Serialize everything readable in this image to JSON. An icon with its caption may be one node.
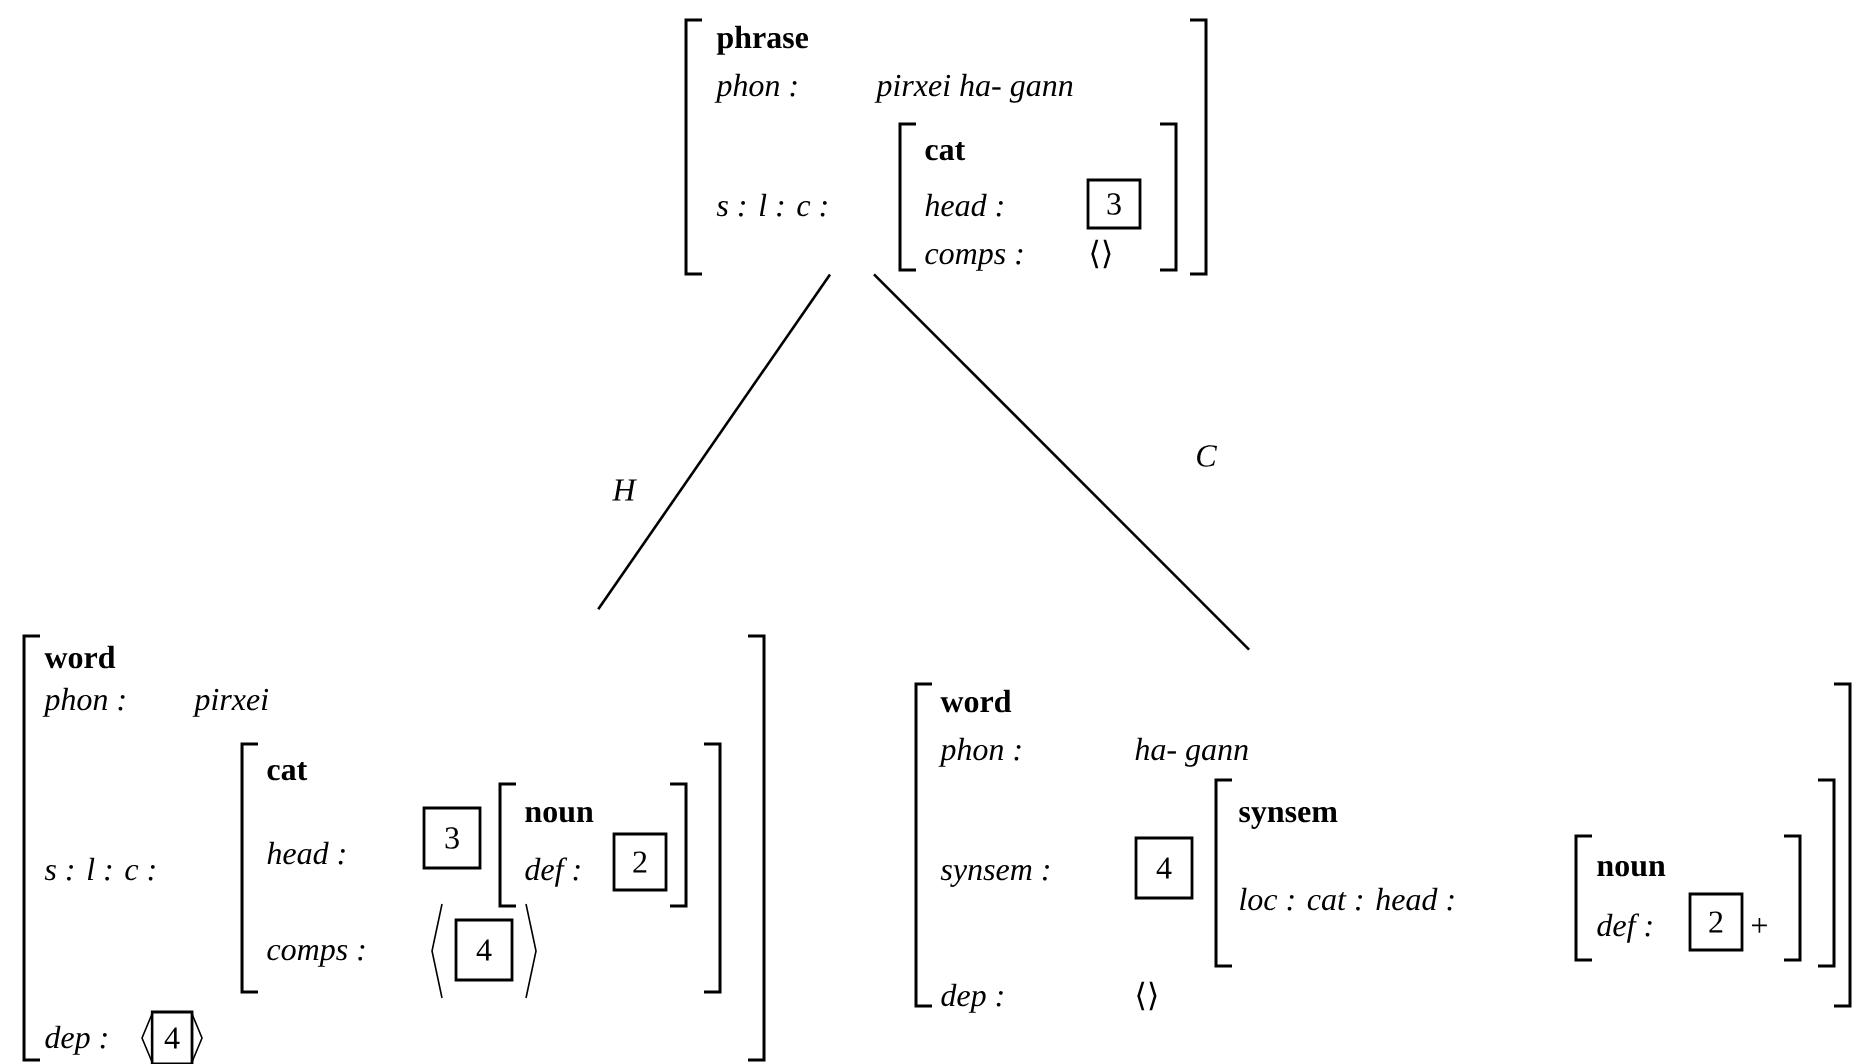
{
  "diagram": {
    "nodes": [
      {
        "text": [
          "phrase",
          "phon :",
          "pirxei ha- gann",
          "s : l : c :"
        ]
      },
      {
        "text": [
          "cat",
          "head :",
          "comps :",
          "⟨⟩"
        ],
        "in": 0
      },
      {
        "text": [
          "3"
        ],
        "in": 1
      },
      {
        "text": [
          "word",
          "phon :",
          "pirxei",
          "s : l : c :",
          "dep :"
        ]
      },
      {
        "text": [
          "cat",
          "head :",
          "comps :"
        ],
        "in": 3
      },
      {
        "text": [
          "3"
        ],
        "in": 4
      },
      {
        "text": [
          "noun",
          "def :"
        ],
        "in": 4
      },
      {
        "text": [
          "2"
        ],
        "in": 6
      },
      {
        "text": [
          "4"
        ],
        "in": 4
      },
      {
        "text": [
          "4"
        ],
        "in": 3
      },
      {
        "text": [
          "word",
          "phon :",
          "ha- gann",
          "synsem :",
          "dep :",
          "⟨⟩"
        ]
      },
      {
        "text": [
          "4"
        ],
        "in": 10
      },
      {
        "text": [
          "synsem",
          "loc : cat : head :"
        ],
        "in": 10
      },
      {
        "text": [
          "noun",
          "def :",
          "+"
        ],
        "in": 12
      },
      {
        "text": [
          "2"
        ],
        "in": 13
      }
    ],
    "edges": [
      {
        "from": 0,
        "to": 3,
        "arrow": "none",
        "label": "H"
      },
      {
        "from": 0,
        "to": 10,
        "arrow": "none",
        "label": "C"
      }
    ]
  }
}
